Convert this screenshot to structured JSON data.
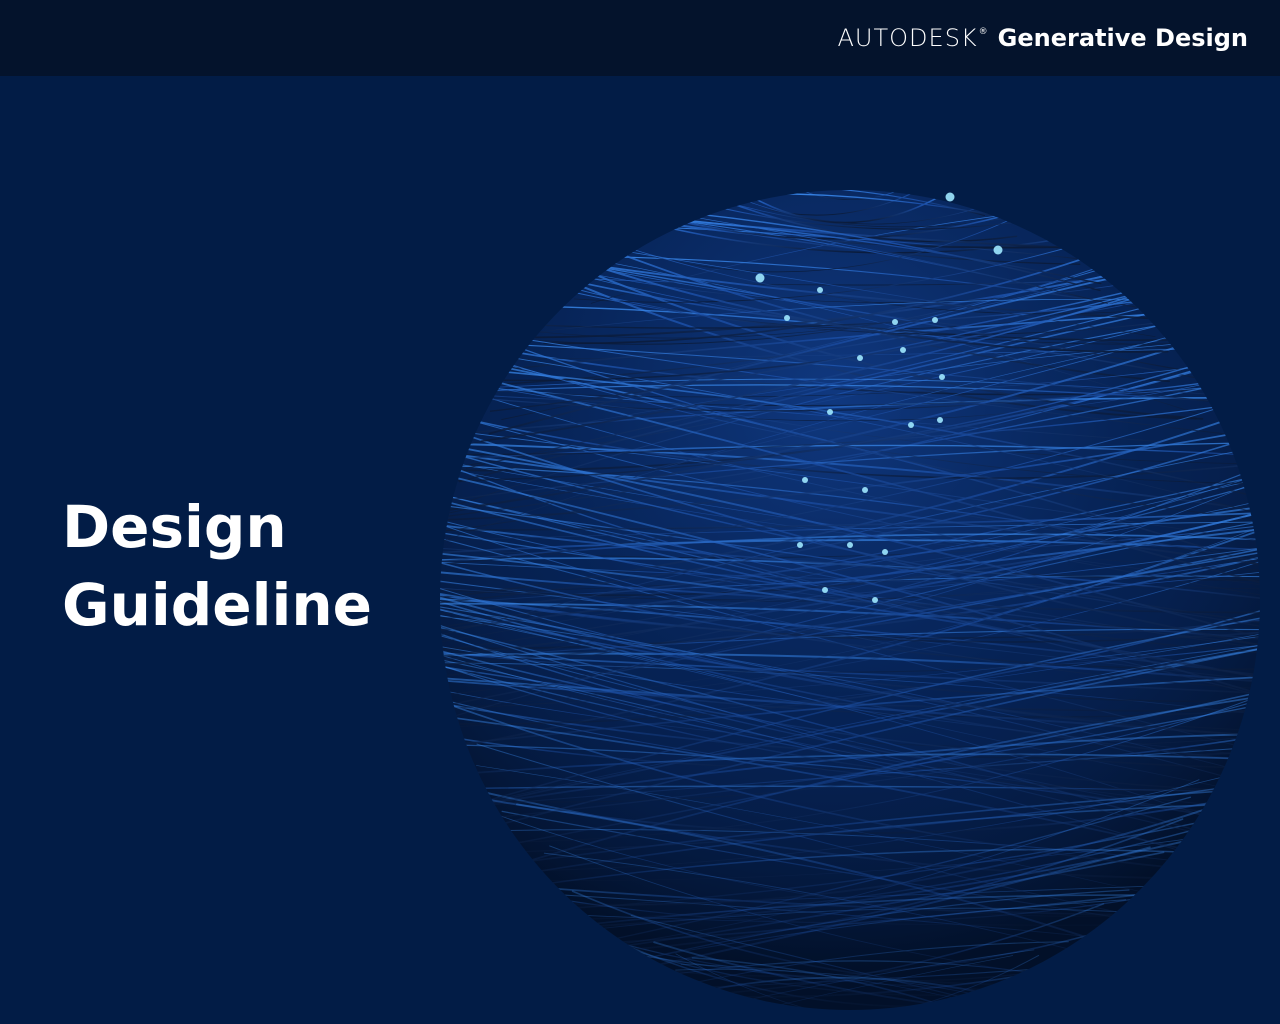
{
  "header": {
    "company": "AUTODESK",
    "registered_mark": "®",
    "product": "Generative Design"
  },
  "cover": {
    "title_line_1": "Design",
    "title_line_2": "Guideline"
  },
  "colors": {
    "background": "#021c46",
    "header_background": "#04132c",
    "text": "#ffffff",
    "strand_light": "#2f7fe0",
    "strand_dark": "#0a1730",
    "glow": "#8fe3ff"
  },
  "hero_image": {
    "icon": "wire-sphere-icon"
  }
}
